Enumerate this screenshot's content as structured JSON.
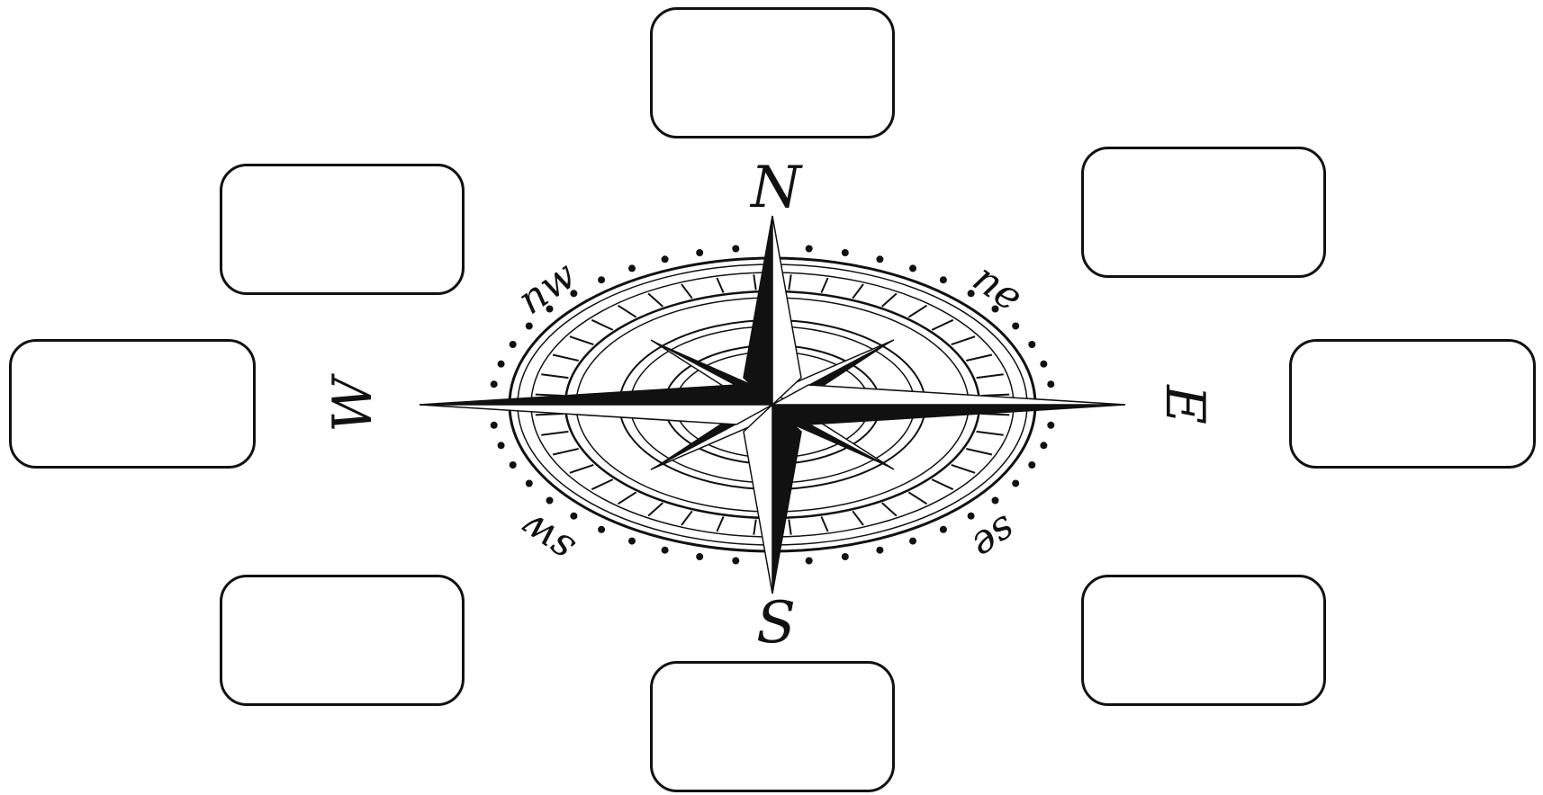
{
  "compass": {
    "cardinals": {
      "north": "N",
      "south": "S",
      "east": "E",
      "west": "W"
    },
    "intercardinals": {
      "northwest": "nw",
      "northeast": "ne",
      "southwest": "sw",
      "southeast": "se"
    },
    "ink_color": "#111111",
    "background_color": "#ffffff"
  },
  "answer_boxes": [
    {
      "direction": "north",
      "value": ""
    },
    {
      "direction": "northeast",
      "value": ""
    },
    {
      "direction": "east",
      "value": ""
    },
    {
      "direction": "southeast",
      "value": ""
    },
    {
      "direction": "south",
      "value": ""
    },
    {
      "direction": "southwest",
      "value": ""
    },
    {
      "direction": "west",
      "value": ""
    },
    {
      "direction": "northwest",
      "value": ""
    }
  ]
}
